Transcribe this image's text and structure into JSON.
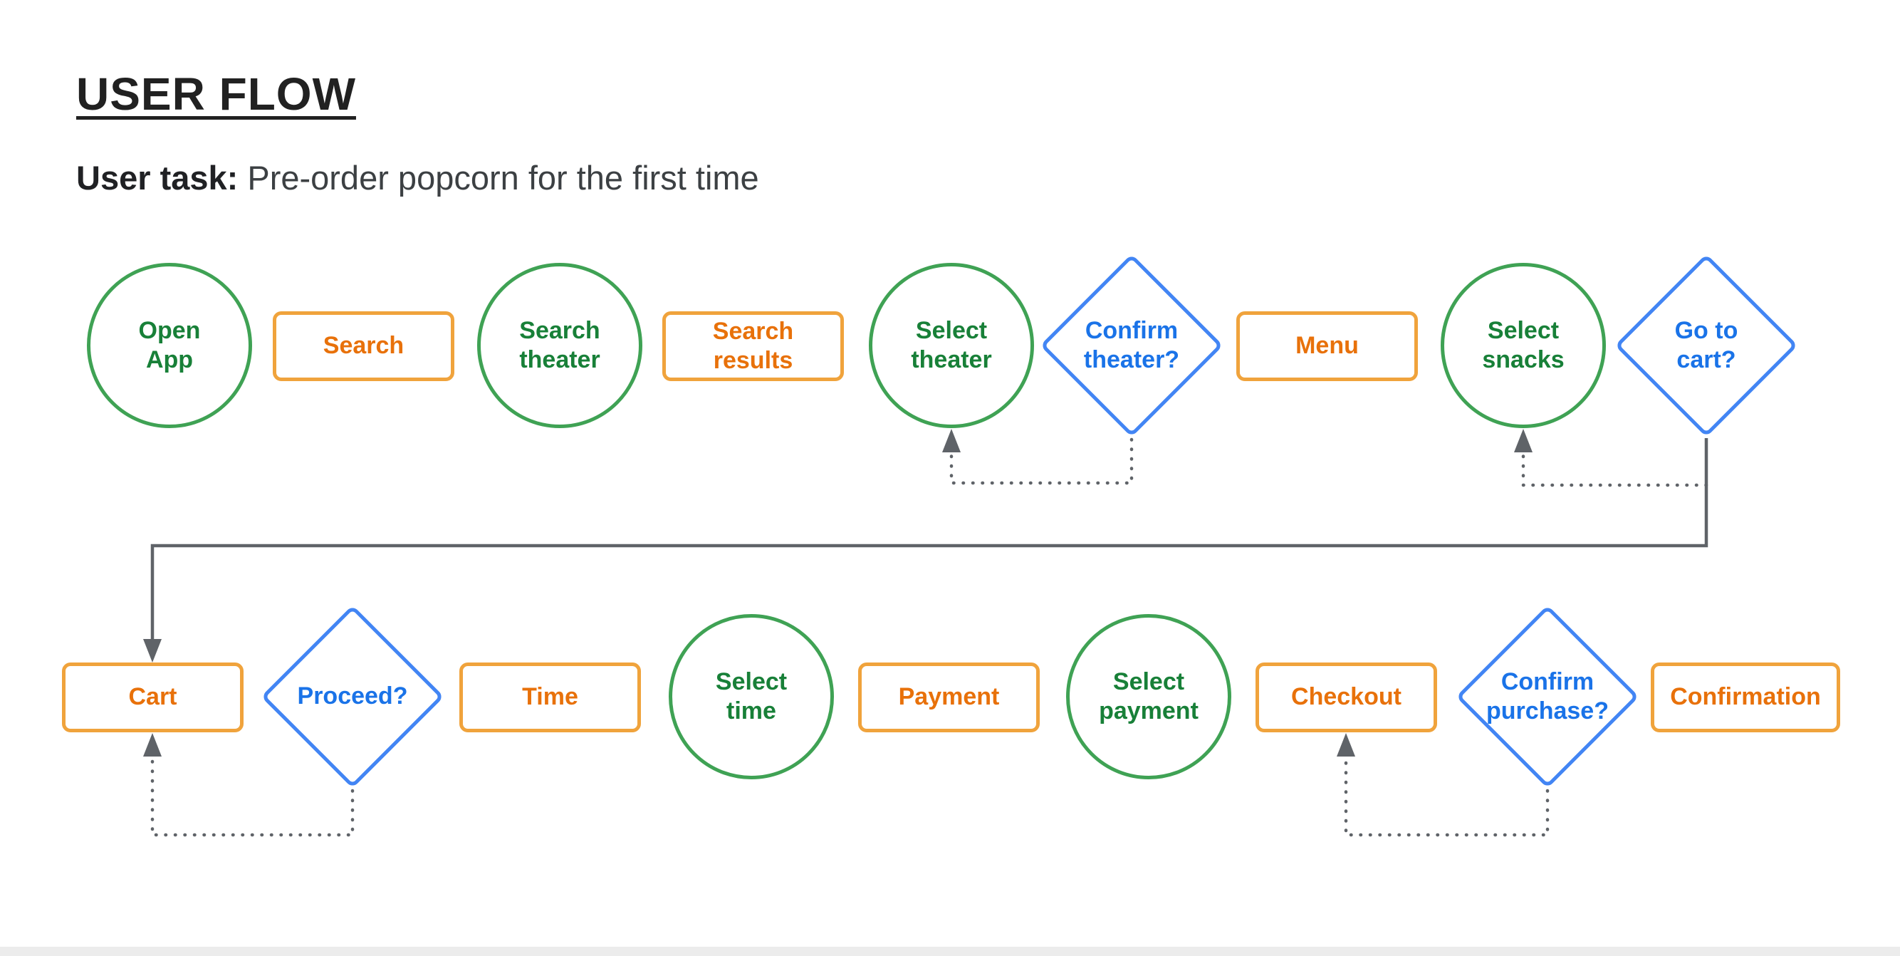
{
  "header": {
    "title": "USER FLOW",
    "task_label": "User task:",
    "task_text": " Pre-order popcorn for the first time"
  },
  "legend_colors": {
    "screen_circle_green": "#3fa254",
    "screen_text_green": "#188038",
    "action_rect_orange": "#f0a33c",
    "action_text_orange": "#e8710a",
    "decision_diamond_blue": "#4285f4",
    "decision_text_blue": "#1a73e8",
    "connector_gray": "#5f6368"
  },
  "flow": {
    "row1": [
      {
        "label": "Open\nApp",
        "shape": "circle"
      },
      {
        "label": "Search",
        "shape": "rect"
      },
      {
        "label": "Search\ntheater",
        "shape": "circle"
      },
      {
        "label": "Search\nresults",
        "shape": "rect"
      },
      {
        "label": "Select\ntheater",
        "shape": "circle"
      },
      {
        "label": "Confirm\ntheater?",
        "shape": "diamond"
      },
      {
        "label": "Menu",
        "shape": "rect"
      },
      {
        "label": "Select\nsnacks",
        "shape": "circle"
      },
      {
        "label": "Go to\ncart?",
        "shape": "diamond"
      }
    ],
    "row2": [
      {
        "label": "Cart",
        "shape": "rect"
      },
      {
        "label": "Proceed?",
        "shape": "diamond"
      },
      {
        "label": "Time",
        "shape": "rect"
      },
      {
        "label": "Select\ntime",
        "shape": "circle"
      },
      {
        "label": "Payment",
        "shape": "rect"
      },
      {
        "label": "Select\npayment",
        "shape": "circle"
      },
      {
        "label": "Checkout",
        "shape": "rect"
      },
      {
        "label": "Confirm\npurchase?",
        "shape": "diamond"
      },
      {
        "label": "Confirmation",
        "shape": "rect"
      }
    ]
  }
}
